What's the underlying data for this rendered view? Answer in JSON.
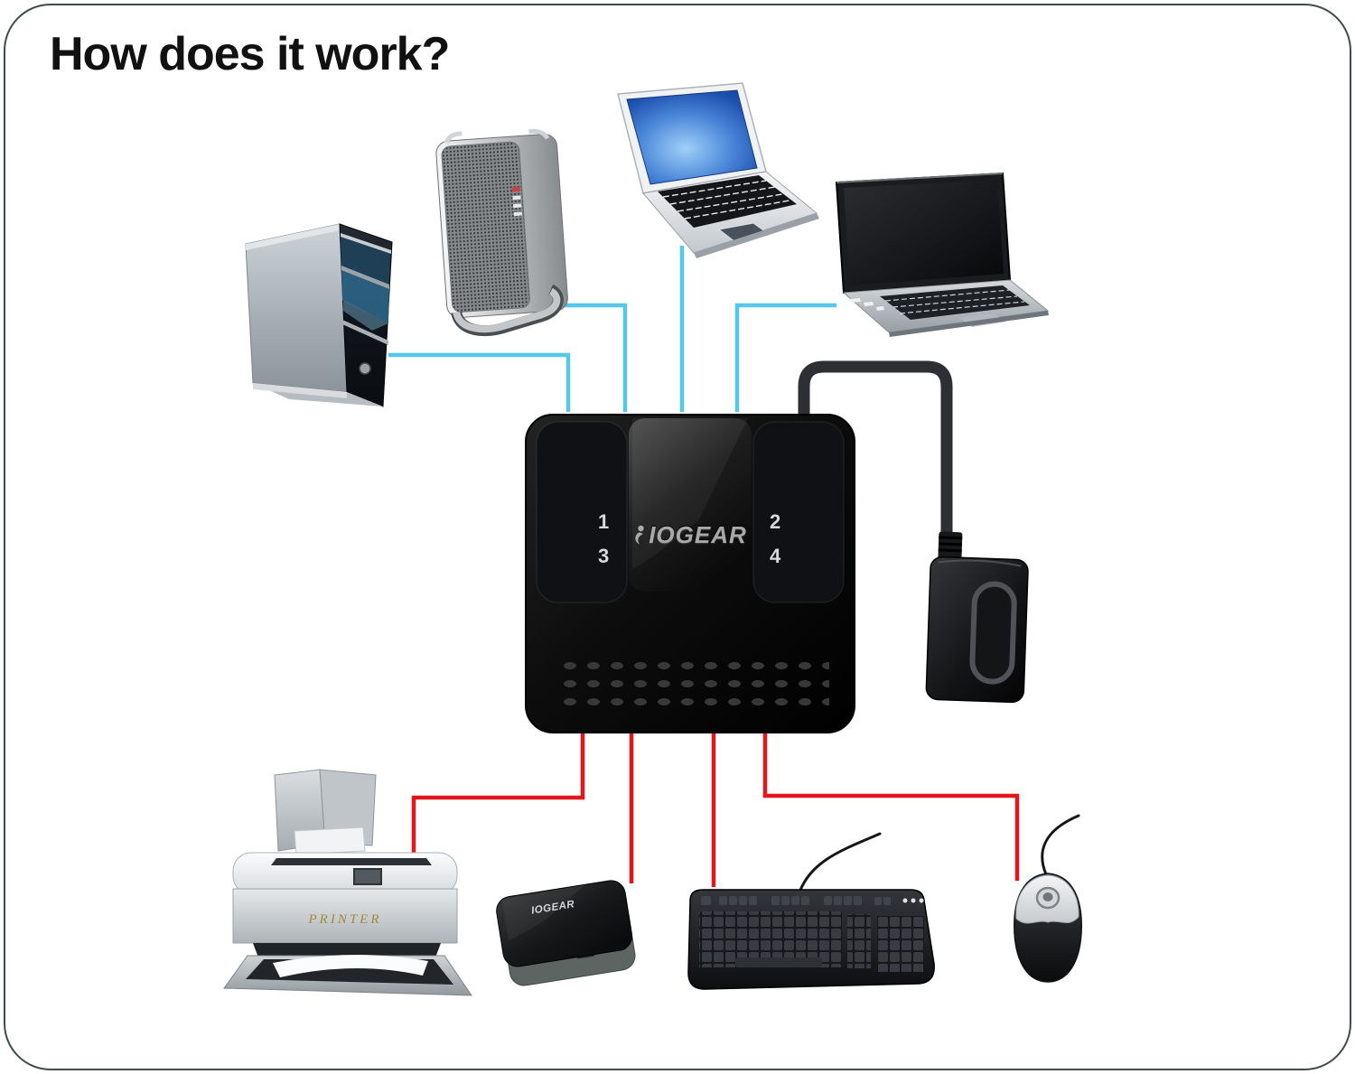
{
  "title": "How does it work?",
  "colors": {
    "computer_cable": "#55c8e9",
    "peripheral_cable": "#e1171d",
    "usb_cable": "#2e2f32",
    "device_cord": "#161616",
    "frame_border": "#3e4c49"
  },
  "switch": {
    "brand": "IOGEAR",
    "ports": [
      {
        "label": "1"
      },
      {
        "label": "2"
      },
      {
        "label": "3"
      },
      {
        "label": "4"
      }
    ]
  },
  "printer": {
    "label": "PRINTER"
  },
  "card_reader": {
    "brand": "IOGEAR"
  },
  "icons": [
    "desktop-tower-icon",
    "mac-pro-tower-icon",
    "white-laptop-icon",
    "black-laptop-icon",
    "usb-switch-icon",
    "external-hard-drive-icon",
    "printer-icon",
    "card-reader-icon",
    "keyboard-icon",
    "mouse-icon",
    "iogear-person-icon"
  ]
}
